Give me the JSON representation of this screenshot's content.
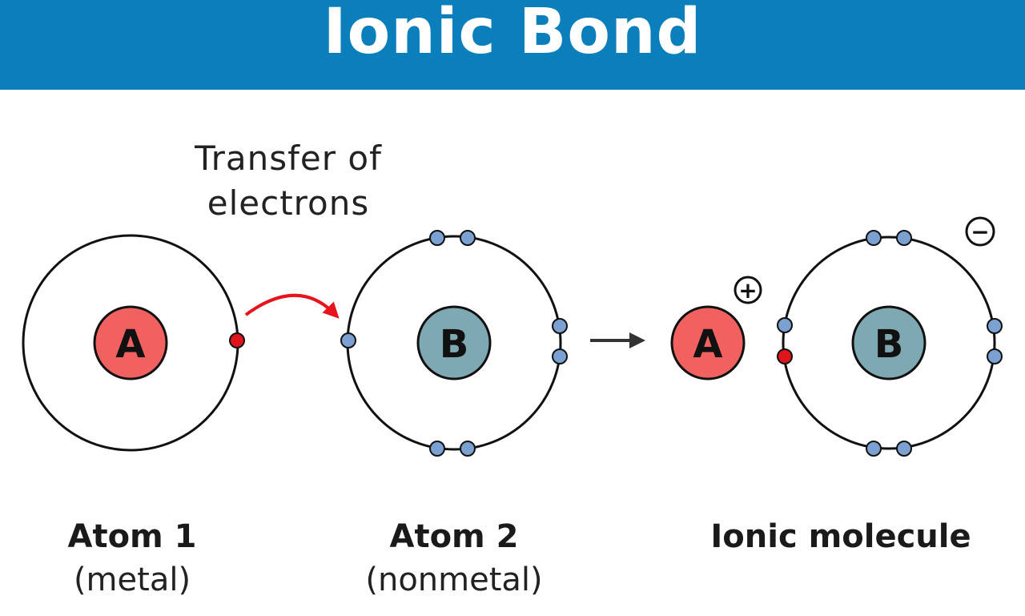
{
  "header": {
    "title": "Ionic Bond"
  },
  "transfer_label": {
    "line1": "Transfer of",
    "line2": "electrons"
  },
  "atoms": {
    "atom1": {
      "nucleus_label": "A",
      "name": "Atom 1",
      "kind": "(metal)"
    },
    "atom2": {
      "nucleus_label": "B",
      "name": "Atom 2",
      "kind": "(nonmetal)"
    },
    "molecule": {
      "cation_label": "A",
      "anion_label": "B",
      "name": "Ionic molecule"
    }
  },
  "charges": {
    "positive": "+",
    "negative": "−"
  },
  "colors": {
    "header_bg": "#0b7fbc",
    "metal_nucleus": "#f0615f",
    "nonmetal_nucleus": "#7fa9b2",
    "electron": "#7aa1d2",
    "transferred_electron": "#e0151c",
    "transfer_arrow": "#e8141c",
    "reaction_arrow": "#333333"
  }
}
